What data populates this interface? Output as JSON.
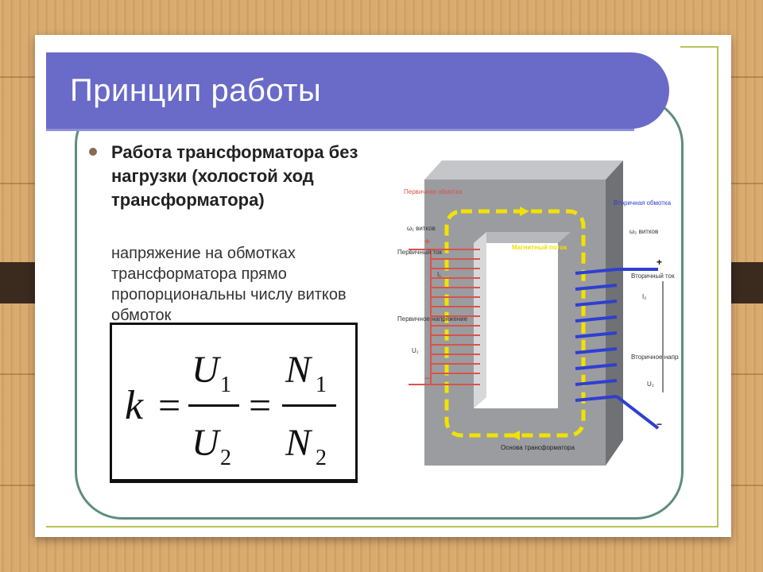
{
  "slide": {
    "title": "Принцип работы",
    "heading": "Работа трансформатора без нагрузки (холостой ход трансформатора)",
    "body": "напряжение на обмотках трансформатора прямо пропорциональны числу витков обмоток",
    "formula": {
      "lhs": "k",
      "eq": "=",
      "u1": "U",
      "u1_sub": "1",
      "u2": "U",
      "u2_sub": "2",
      "n1": "N",
      "n1_sub": "1",
      "n2": "N",
      "n2_sub": "2"
    }
  },
  "diagram": {
    "primary_winding": "Первичная обмотка",
    "primary_turns": "ω₁ витков",
    "secondary_winding": "Вторичная обмотка",
    "secondary_turns": "ω₂ витков",
    "magnetic_flux": "Магнитный поток",
    "primary_current": "Первичный ток",
    "primary_current_sym": "I₁",
    "primary_voltage": "Первичное напряжение",
    "primary_voltage_sym": "U₁",
    "secondary_current": "Вторичный ток",
    "secondary_current_sym": "I₂",
    "secondary_voltage": "Вторичное напряжение",
    "secondary_voltage_sym": "U₂",
    "core": "Основа трансформатора",
    "plus": "+",
    "minus": "−",
    "colors": {
      "primary": "#d9534a",
      "secondary": "#2f3fd0",
      "flux": "#f2e200",
      "core_face": "#9a9ca0",
      "core_top": "#c4c6c9",
      "core_side": "#6f7175"
    }
  }
}
